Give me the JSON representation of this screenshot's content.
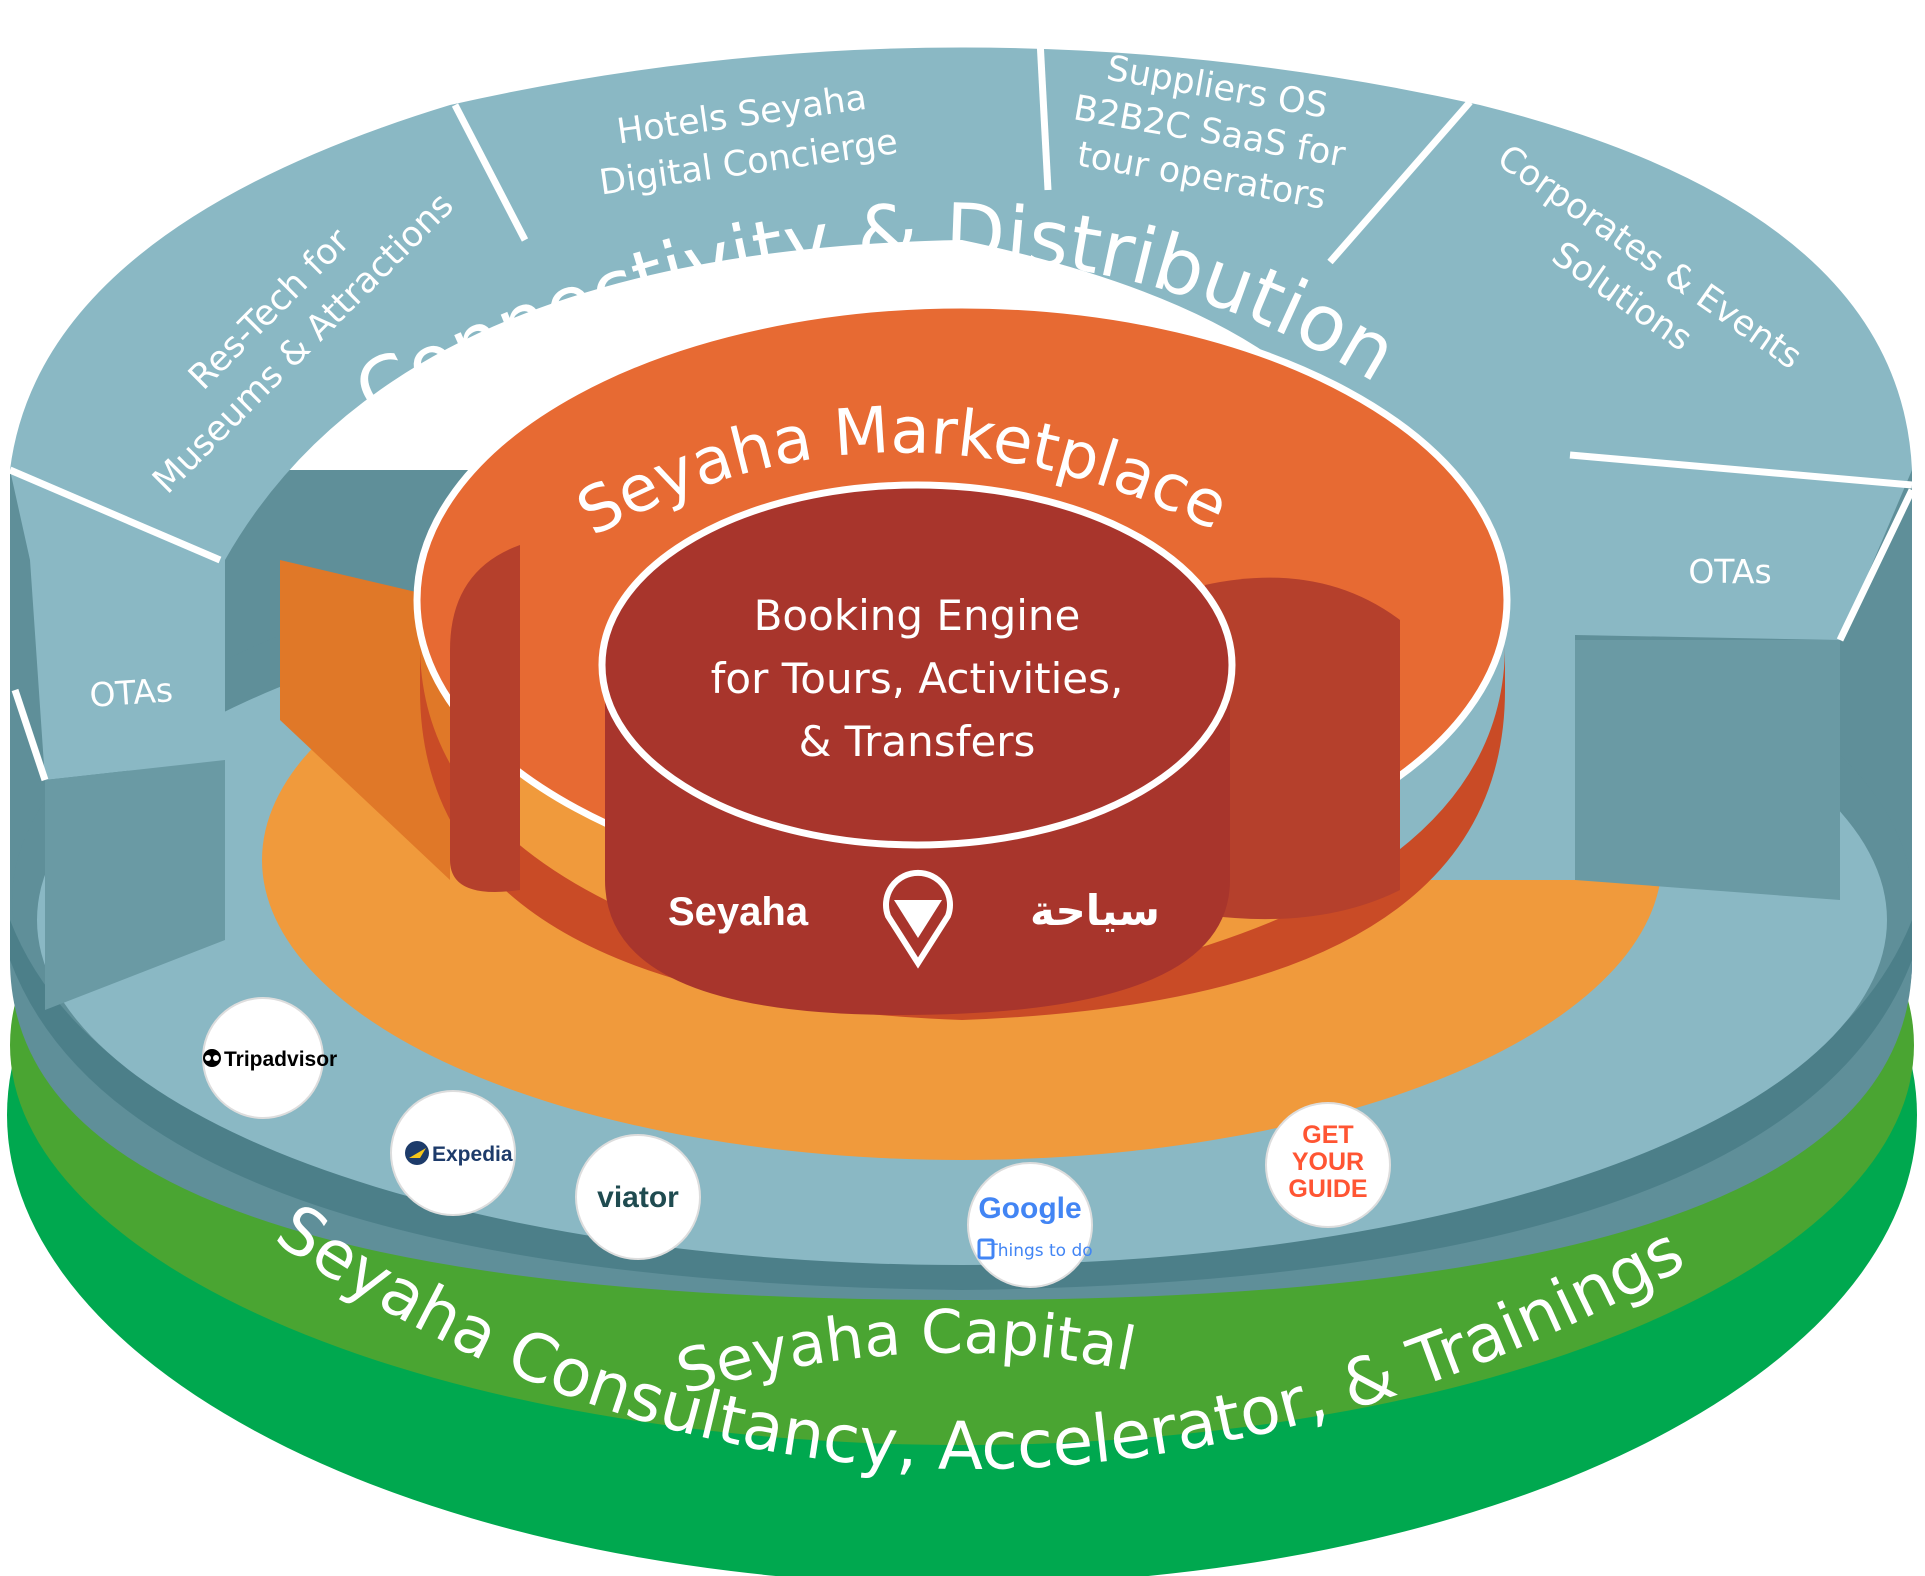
{
  "layers": {
    "core": {
      "title_lines": [
        "Booking Engine",
        "for Tours, Activities,",
        "& Transfers"
      ],
      "brand_latin": "Seyaha",
      "brand_arabic": "سياحة"
    },
    "marketplace": {
      "label": "Seyaha Marketplace"
    },
    "connectivity": {
      "label": "Connectivity & Distribution"
    },
    "segments": [
      {
        "id": "res-tech",
        "lines": [
          "Res-Tech for",
          "Museums & Attractions"
        ]
      },
      {
        "id": "hotels",
        "lines": [
          "Hotels Seyaha",
          "Digital Concierge"
        ]
      },
      {
        "id": "suppliers",
        "lines": [
          "Suppliers OS",
          "B2B2C SaaS for",
          "tour operators"
        ]
      },
      {
        "id": "corporates",
        "lines": [
          "Corporates & Events",
          "Solutions"
        ]
      },
      {
        "id": "otas-left",
        "lines": [
          "OTAs"
        ]
      },
      {
        "id": "otas-right",
        "lines": [
          "OTAs"
        ]
      }
    ],
    "capital": {
      "label": "Seyaha Capital"
    },
    "consultancy": {
      "label": "Seyaha Consultancy, Accelerator, & Trainings"
    }
  },
  "partners": [
    {
      "name": "Tripadvisor"
    },
    {
      "name": "Expedia"
    },
    {
      "name": "viator"
    },
    {
      "name": "Google",
      "sub": "Things to do"
    },
    {
      "name": "GET YOUR GUIDE",
      "lines": [
        "GET",
        "YOUR",
        "GUIDE"
      ]
    }
  ],
  "colors": {
    "segment_blue": "#8ab8c4",
    "segment_side": "#5f8f99",
    "orange": "#f09a3c",
    "orange_dark": "#e07828",
    "marketplace": "#e76a33",
    "core": "#a8352c",
    "core_side": "#b5402c",
    "green_capital": "#4aa532",
    "green_consultancy": "#00a84f",
    "navy_rim": "#1f5d86"
  }
}
